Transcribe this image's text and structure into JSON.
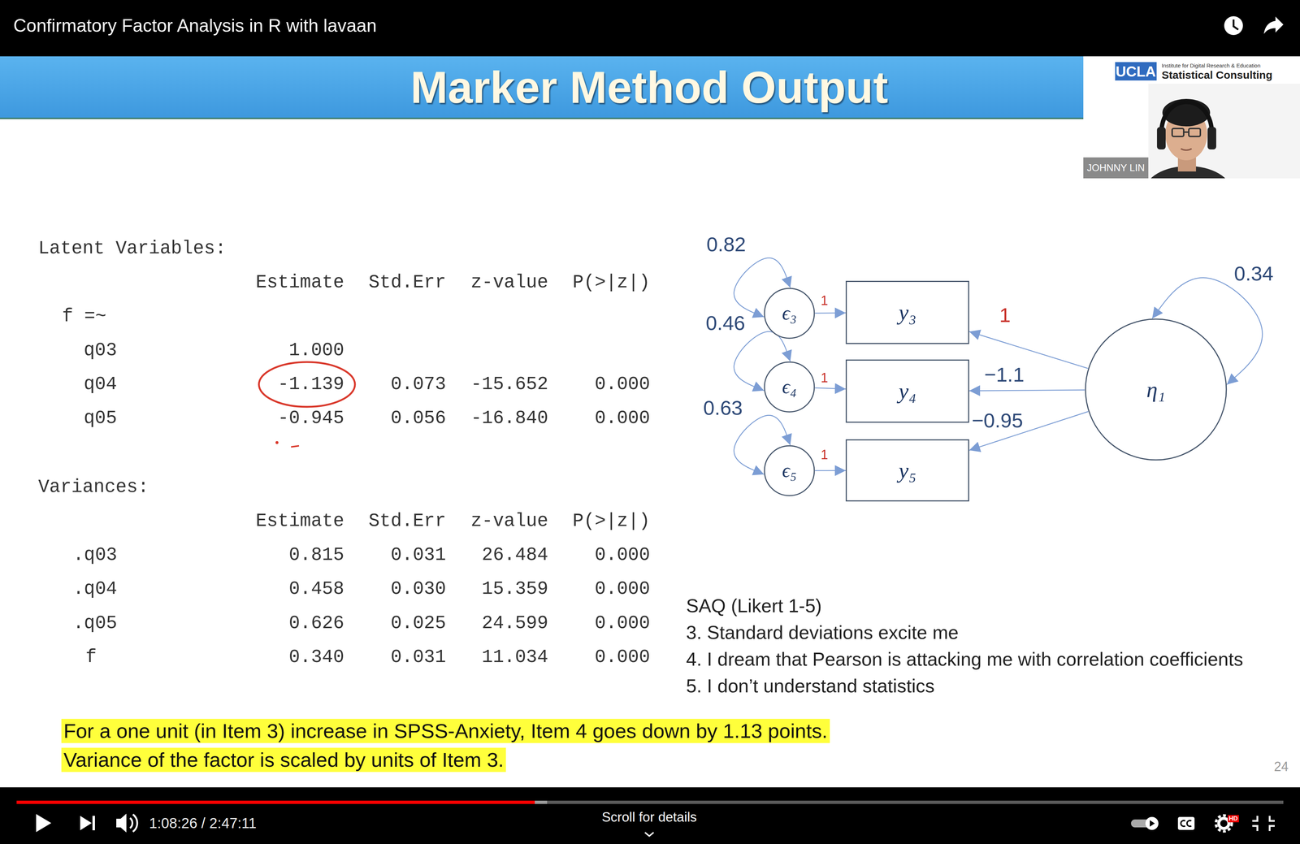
{
  "diagram": {
    "title": "Marker Method Output",
    "nodes": [
      {
        "text": [
          "ϵ₃"
        ]
      },
      {
        "text": [
          "y₃"
        ]
      },
      {
        "text": [
          "ϵ₄"
        ]
      },
      {
        "text": [
          "y₄"
        ]
      },
      {
        "text": [
          "ϵ₅"
        ]
      },
      {
        "text": [
          "y₅"
        ]
      },
      {
        "text": [
          "η₁"
        ]
      }
    ],
    "edges": [
      {
        "from": 0,
        "to": 1,
        "label": "1",
        "arrow": "to"
      },
      {
        "from": 2,
        "to": 3,
        "label": "1",
        "arrow": "to"
      },
      {
        "from": 4,
        "to": 5,
        "label": "1",
        "arrow": "to"
      },
      {
        "from": 6,
        "to": 1,
        "label": "1",
        "arrow": "to"
      },
      {
        "from": 6,
        "to": 3,
        "label": "−1.1",
        "arrow": "to"
      },
      {
        "from": 6,
        "to": 5,
        "label": "−0.95",
        "arrow": "to"
      },
      {
        "from": 0,
        "to": 0,
        "label": "0.82",
        "arrow": "both"
      },
      {
        "from": 2,
        "to": 2,
        "label": "0.46",
        "arrow": "both"
      },
      {
        "from": 4,
        "to": 4,
        "label": "0.63",
        "arrow": "both"
      },
      {
        "from": 6,
        "to": 6,
        "label": "0.34",
        "arrow": "both"
      }
    ],
    "labels": [
      "Confirmatory Factor Analysis in R with lavaan",
      "UCLA",
      "Institute for Digital Research & Education",
      "Statistical Consulting",
      "JOHNNY LIN",
      "Latent Variables:",
      "Estimate",
      "Std.Err",
      "z-value",
      "P(>|z|)",
      "f =~",
      "q03",
      "1.000",
      "q04",
      "-1.139",
      "0.073",
      "-15.652",
      "0.000",
      "q05",
      "-0.945",
      "0.056",
      "-16.840",
      "0.000",
      "Variances:",
      "Estimate",
      "Std.Err",
      "z-value",
      "P(>|z|)",
      ".q03",
      "0.815",
      "0.031",
      "26.484",
      "0.000",
      ".q04",
      "0.458",
      "0.030",
      "15.359",
      "0.000",
      ".q05",
      "0.626",
      "0.025",
      "24.599",
      "0.000",
      "f",
      "0.340",
      "0.031",
      "11.034",
      "0.000",
      "SAQ (Likert 1-5)",
      "3. Standard deviations excite me",
      "4. I dream that Pearson is attacking me with correlation coefficients",
      "5. I don’t understand statistics",
      "For a one unit (in Item 3) increase in SPSS-Anxiety, Item 4 goes down by 1.13 points.",
      "Variance of the factor is scaled by units of Item 3.",
      "24",
      "1:08:26 / 2:47:11",
      "Scroll for details",
      "HD"
    ]
  }
}
